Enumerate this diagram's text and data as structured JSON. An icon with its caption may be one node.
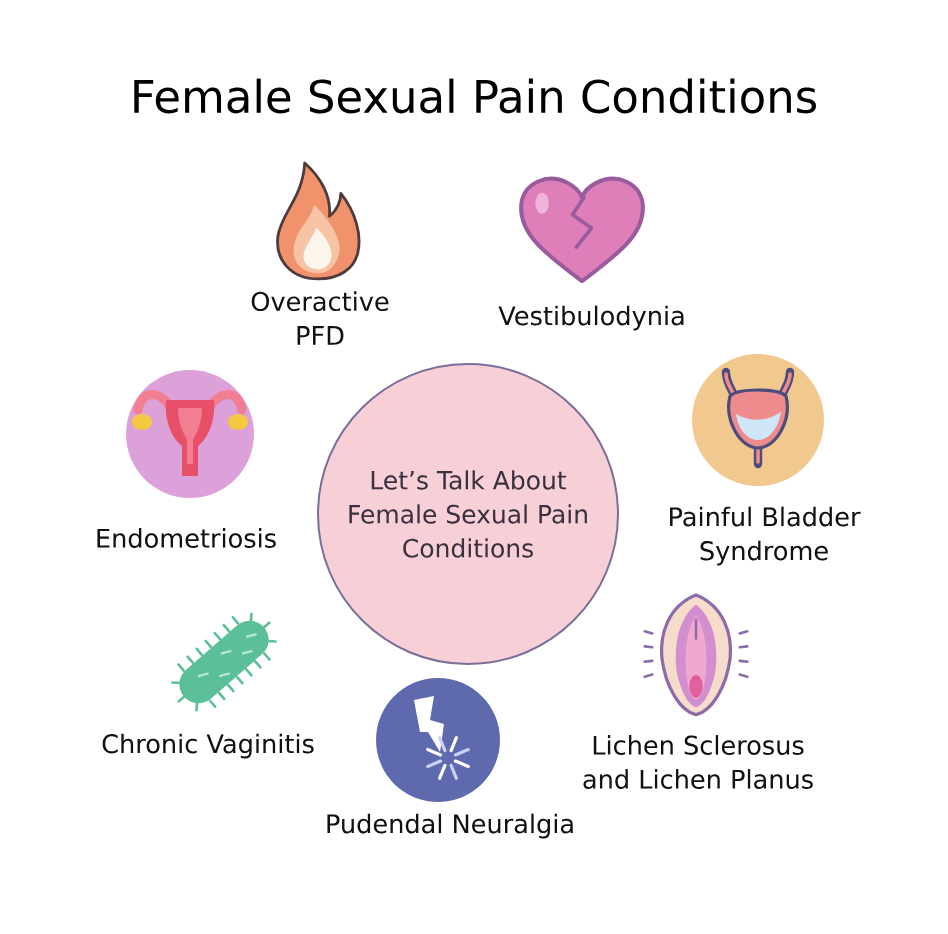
{
  "diagram": {
    "title": "Female Sexual Pain Conditions",
    "nodes": [
      {
        "text": [],
        "shape": "picture",
        "beside": [
          "Overactive PFD"
        ]
      },
      {
        "text": [],
        "shape": "picture",
        "beside": [
          "Vestibulodynia"
        ]
      },
      {
        "text": [],
        "shape": "picture",
        "beside": [
          "Endometriosis"
        ]
      },
      {
        "text": [
          "Let’s Talk About Female Sexual Pain Conditions"
        ]
      },
      {
        "text": [],
        "shape": "picture",
        "beside": [
          "Painful Bladder Syndrome"
        ]
      },
      {
        "text": [],
        "shape": "picture",
        "beside": [
          "Lichen Sclerosus and Lichen Planus"
        ]
      },
      {
        "text": [],
        "shape": "picture",
        "beside": [
          "Chronic Vaginitis"
        ]
      },
      {
        "text": [],
        "shape": "picture",
        "beside": [
          "Pudendal Neuralgia"
        ]
      }
    ]
  }
}
